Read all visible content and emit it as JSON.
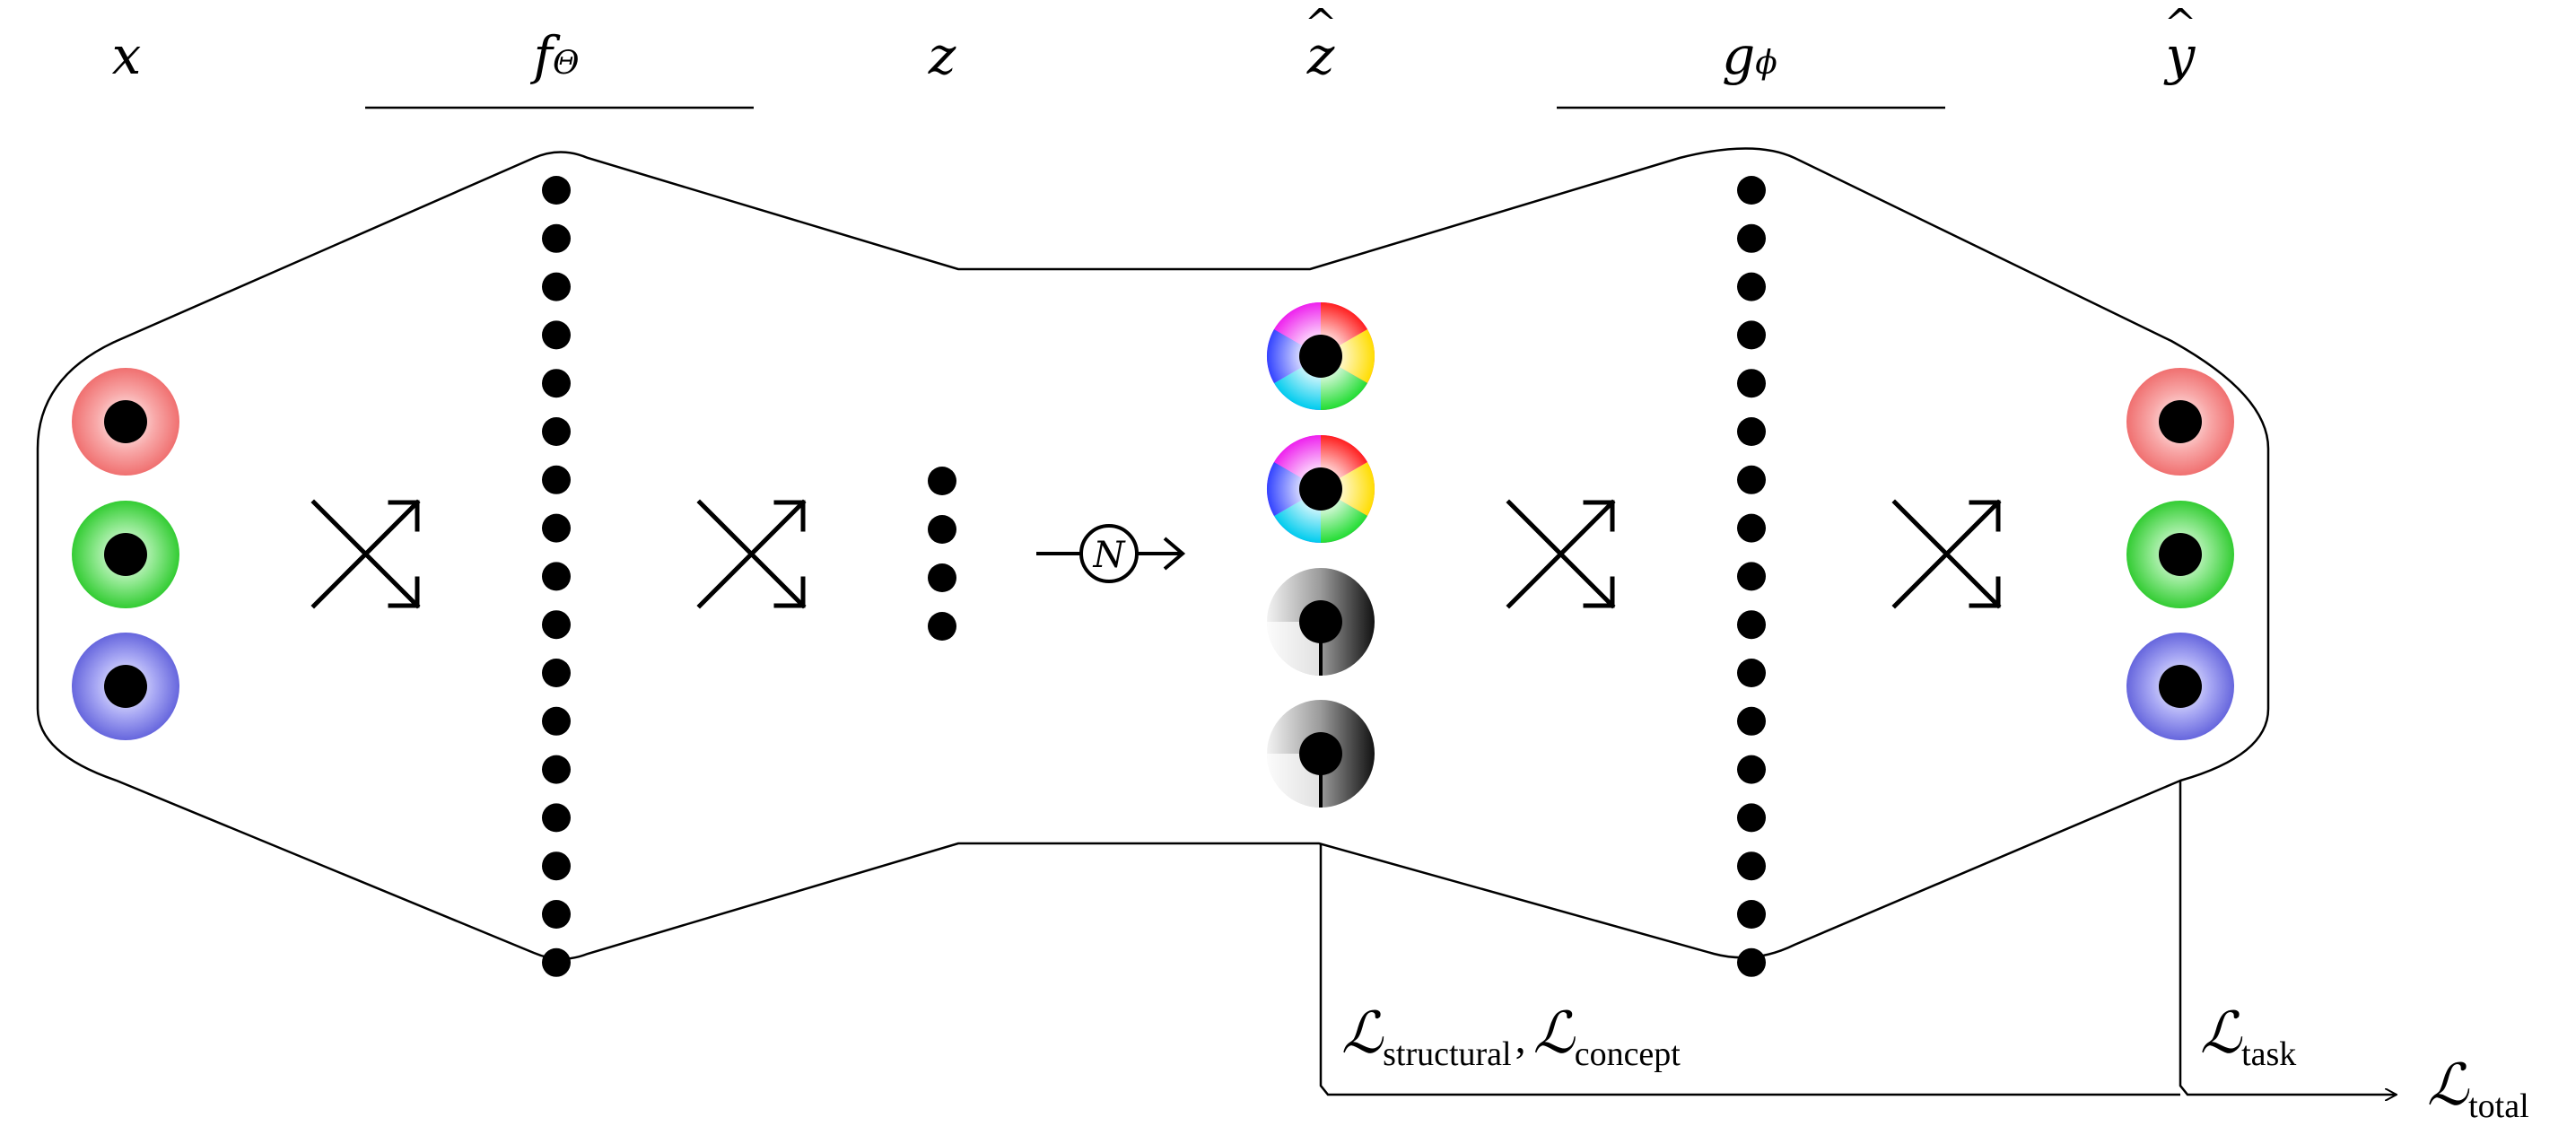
{
  "labels": {
    "x": "x",
    "f": "f",
    "f_sub": "Θ",
    "z": "z",
    "zhat": "z",
    "zhat_hat": "^",
    "g": "g",
    "g_sub": "ϕ",
    "yhat": "y",
    "yhat_hat": "^",
    "noise": "N"
  },
  "losses": {
    "structural": {
      "symbol": "ℒ",
      "sub": "structural"
    },
    "sep": ",",
    "concept": {
      "symbol": "ℒ",
      "sub": "concept"
    },
    "task": {
      "symbol": "ℒ",
      "sub": "task"
    },
    "total": {
      "symbol": "ℒ",
      "sub": "total"
    }
  },
  "colors": {
    "input_red": "#f08080",
    "input_green": "#44cc44",
    "input_blue": "#7777e0",
    "node": "#000000",
    "line": "#000000"
  },
  "icons": [
    "mixing-arrows-icon",
    "noise-injection-icon"
  ]
}
